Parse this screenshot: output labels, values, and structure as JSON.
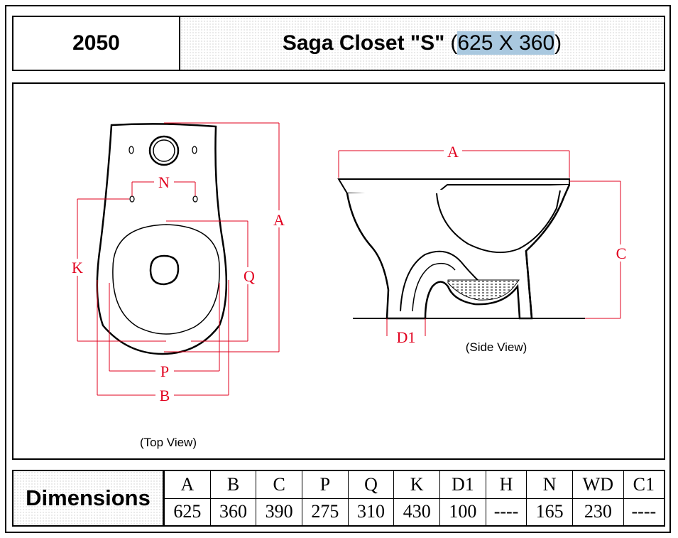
{
  "header": {
    "code": "2050",
    "title": "Saga Closet \"S\"",
    "dims_open": "(",
    "dims_value": "625 X 360",
    "dims_close": ")"
  },
  "drawing": {
    "top_view_label": "(Top View)",
    "side_view_label": "(Side View)",
    "labels": {
      "A_top": "A",
      "K": "K",
      "N": "N",
      "Q": "Q",
      "P": "P",
      "B": "B",
      "A_side": "A",
      "C": "C",
      "D1": "D1"
    },
    "dimension_color": "#e1001e"
  },
  "dimensions": {
    "title": "Dimensions",
    "headers": [
      "A",
      "B",
      "C",
      "P",
      "Q",
      "K",
      "D1",
      "H",
      "N",
      "WD",
      "C1"
    ],
    "values": [
      "625",
      "360",
      "390",
      "275",
      "310",
      "430",
      "100",
      "----",
      "165",
      "230",
      "----"
    ]
  }
}
